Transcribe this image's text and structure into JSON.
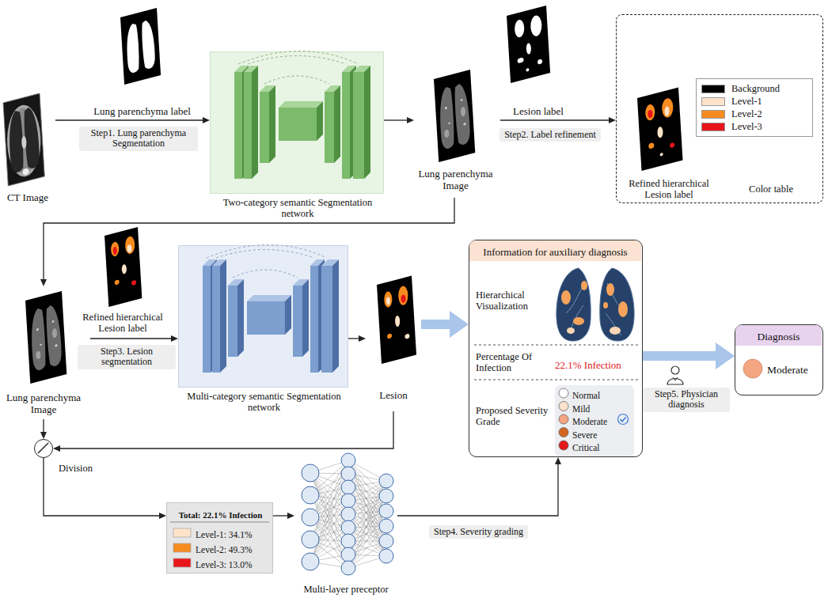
{
  "diagram": {
    "nodes": [
      {
        "text": [
          "CT Image"
        ]
      },
      {
        "text": [
          "Two-category semantic Segmentation network"
        ]
      },
      {
        "text": [
          "Lung parenchyma Image"
        ]
      },
      {
        "text": [
          "Refined hierarchical Lesion label",
          "Color table"
        ]
      },
      {
        "text": [
          "Lung parenchyma Image"
        ]
      },
      {
        "text": [
          "Multi-category semantic Segmentation network"
        ]
      },
      {
        "text": [
          "Lesion"
        ]
      },
      {
        "text": [
          "Division"
        ]
      },
      {
        "text": [
          "Total: 22.1% Infection",
          "Level-1: 34.1%",
          "Level-2: 49.3%",
          "Level-3: 13.0%"
        ]
      },
      {
        "text": [
          "Multi-layer preceptor"
        ]
      },
      {
        "text": [
          "Information for auxiliary diagnosis",
          "Hierarchical Visualization",
          "Percentage Of Infection",
          "22.1% Infection",
          "Proposed Severity Grade"
        ]
      },
      {
        "text": [
          "Normal",
          "Mild",
          "Moderate",
          "Severe",
          "Critical"
        ],
        "in": 10
      },
      {
        "text": [
          "Diagnosis",
          "Moderate"
        ]
      }
    ],
    "edges": [
      {
        "from": 0,
        "to": 1,
        "arrow": "to"
      },
      {
        "from": 1,
        "to": 2,
        "arrow": "to"
      },
      {
        "from": 2,
        "to": 3,
        "arrow": "to"
      },
      {
        "from": 2,
        "to": 4,
        "arrow": "to"
      },
      {
        "from": 4,
        "to": 5,
        "arrow": "to"
      },
      {
        "from": 5,
        "to": 6,
        "arrow": "to"
      },
      {
        "from": 6,
        "to": 7,
        "arrow": "to"
      },
      {
        "from": 4,
        "to": 7,
        "arrow": "to"
      },
      {
        "from": 7,
        "to": 8,
        "arrow": "to"
      },
      {
        "from": 8,
        "to": 9,
        "arrow": "to"
      },
      {
        "from": 9,
        "to": 10,
        "arrow": "to"
      },
      {
        "from": 6,
        "to": 10,
        "arrow": "to"
      },
      {
        "from": 10,
        "to": 12,
        "arrow": "to"
      }
    ],
    "labels": [
      "Lung parenchyma label",
      "Step1. Lung parenchyma Segmentation",
      "Lesion label",
      "Step2. Label refinement",
      "Refined hierarchical Lesion label",
      "Step3. Lesion segmentation",
      "Step4. Severity grading",
      "Step5. Physician diagnosis"
    ],
    "legend": [
      {
        "text": "Background",
        "color": "#000000"
      },
      {
        "text": "Level-1",
        "color": "#fde3c8"
      },
      {
        "text": "Level-2",
        "color": "#f68b1f"
      },
      {
        "text": "Level-3",
        "color": "#e8151b"
      }
    ]
  }
}
